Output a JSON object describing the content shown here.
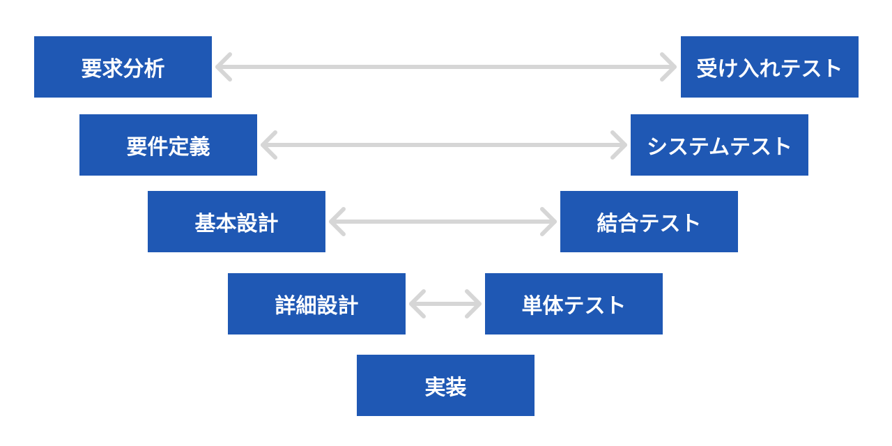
{
  "v_model": {
    "left": [
      "要求分析",
      "要件定義",
      "基本設計",
      "詳細設計"
    ],
    "right": [
      "受け入れテスト",
      "システムテスト",
      "結合テスト",
      "単体テスト"
    ],
    "bottom": "実装"
  },
  "colors": {
    "box": "#1f58b4",
    "text": "#ffffff",
    "arrow": "#d6d6d6"
  }
}
